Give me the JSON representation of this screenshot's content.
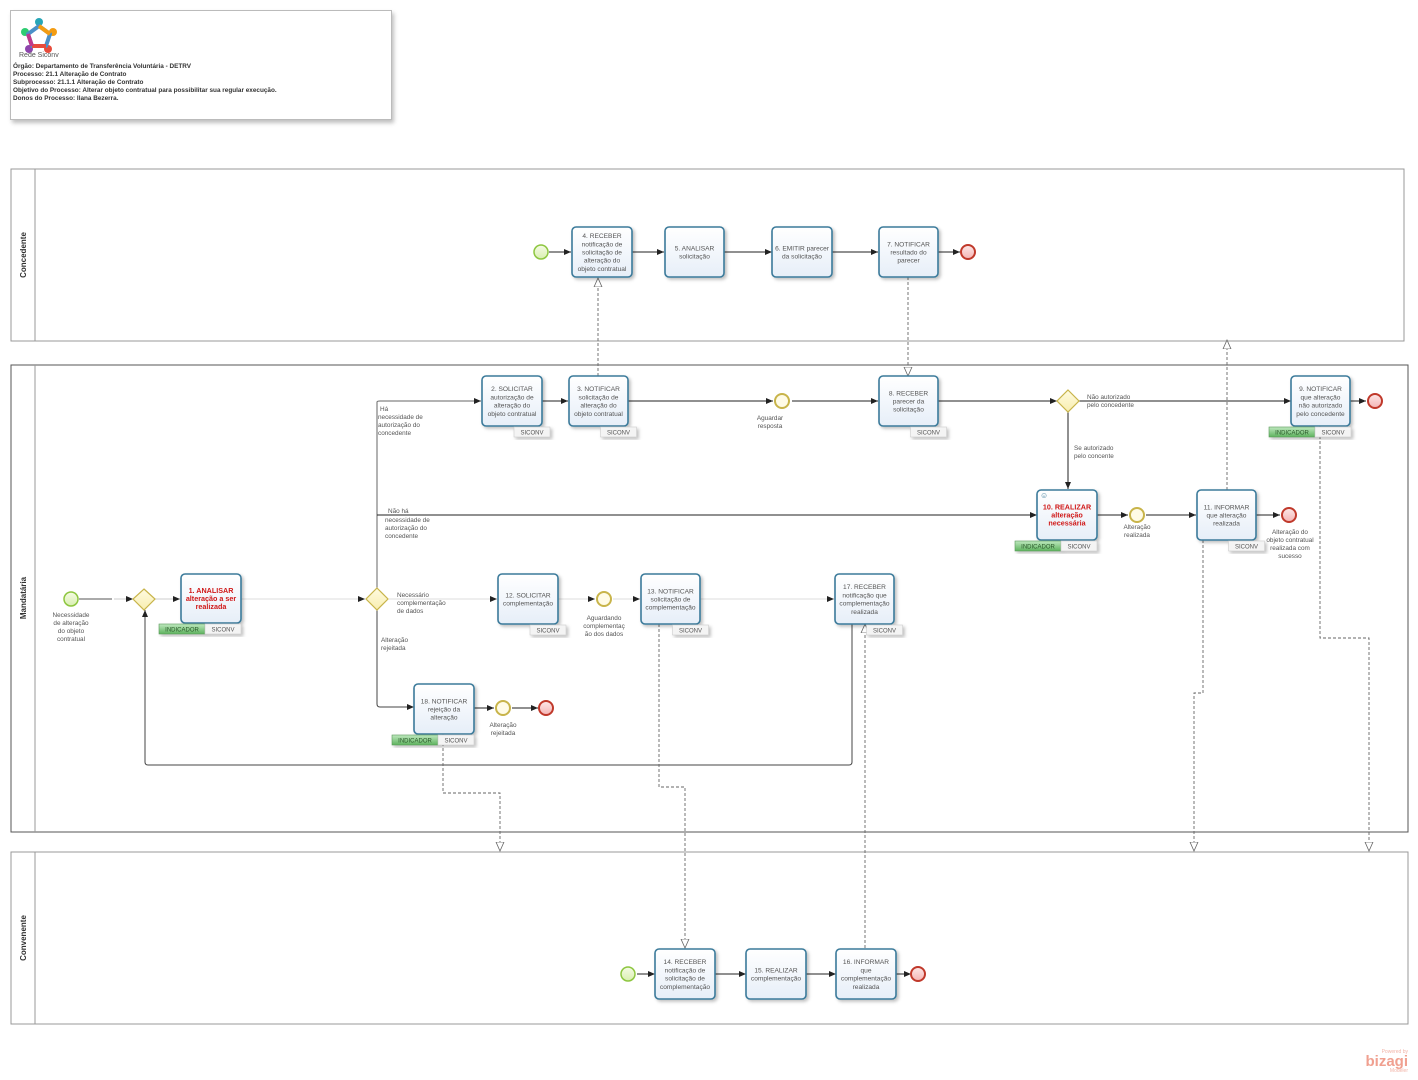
{
  "header": {
    "logo_label": "Rede Siconv",
    "lines": [
      "Órgão: Departamento de Transferência Voluntária - DETRV",
      "Processo: 21.1 Alteração de Contrato",
      "Subprocesso: 21.1.1 Alteração de Contrato",
      "Objetivo do Processo: Alterar objeto contratual para possibilitar sua regular execução.",
      "Donos do Processo: Ilana Bezerra."
    ]
  },
  "colors": {
    "task_border": "#3a7a9a",
    "task_fill": "#eef4fb",
    "start_event": "#8dc63f",
    "end_event": "#c0392b",
    "gateway": "#e8d25a",
    "indicator_badge": "#6dbf6d",
    "red_text": "#d01818"
  },
  "lanes": [
    {
      "id": "concedente",
      "label": "Concedente"
    },
    {
      "id": "mandataria",
      "label": "Mandatária"
    },
    {
      "id": "convenente",
      "label": "Convenente"
    }
  ],
  "tasks": [
    {
      "id": "t1",
      "lines": [
        "1. ANALISAR",
        "alteração a ser",
        "realizada"
      ],
      "highlight": true,
      "badges": [
        "INDICADOR",
        "SICONV"
      ]
    },
    {
      "id": "t2",
      "lines": [
        "2. SOLICITAR",
        "autorização de",
        "alteração do",
        "objeto contratual"
      ],
      "badges": [
        "SICONV"
      ]
    },
    {
      "id": "t3",
      "lines": [
        "3. NOTIFICAR",
        "solicitação de",
        "alteração do",
        "objeto contratual"
      ],
      "badges": [
        "SICONV"
      ]
    },
    {
      "id": "t4",
      "lines": [
        "4. RECEBER",
        "notificação de",
        "solicitação de",
        "alteração do",
        "objeto contratual"
      ],
      "badges": []
    },
    {
      "id": "t5",
      "lines": [
        "5. ANALISAR",
        "solicitação"
      ],
      "badges": []
    },
    {
      "id": "t6",
      "lines": [
        "6. EMITIR parecer",
        "da solicitação"
      ],
      "badges": []
    },
    {
      "id": "t7",
      "lines": [
        "7. NOTIFICAR",
        "resultado do",
        "parecer"
      ],
      "badges": []
    },
    {
      "id": "t8",
      "lines": [
        "8. RECEBER",
        "parecer da",
        "solicitação"
      ],
      "badges": [
        "SICONV"
      ]
    },
    {
      "id": "t9",
      "lines": [
        "9. NOTIFICAR",
        "que alteração",
        "não autorizado",
        "pelo concedente"
      ],
      "badges": [
        "INDICADOR",
        "SICONV"
      ]
    },
    {
      "id": "t10",
      "lines": [
        "10. REALIZAR",
        "alteração",
        "necessária"
      ],
      "highlight": true,
      "badges": [
        "INDICADOR",
        "SICONV"
      ]
    },
    {
      "id": "t11",
      "lines": [
        "11. INFORMAR",
        "que alteração",
        "realizada"
      ],
      "badges": [
        "SICONV"
      ]
    },
    {
      "id": "t12",
      "lines": [
        "12. SOLICITAR",
        "complementação"
      ],
      "badges": [
        "SICONV"
      ]
    },
    {
      "id": "t13",
      "lines": [
        "13. NOTIFICAR",
        "solicitação de",
        "complementação"
      ],
      "badges": [
        "SICONV"
      ]
    },
    {
      "id": "t14",
      "lines": [
        "14. RECEBER",
        "notificação de",
        "solicitação de",
        "complementação"
      ],
      "badges": []
    },
    {
      "id": "t15",
      "lines": [
        "15. REALIZAR",
        "complementação"
      ],
      "badges": []
    },
    {
      "id": "t16",
      "lines": [
        "16. INFORMAR",
        "que",
        "complementação",
        "realizada"
      ],
      "badges": []
    },
    {
      "id": "t17",
      "lines": [
        "17. RECEBER",
        "notificação que",
        "complementação",
        "realizada"
      ],
      "badges": [
        "SICONV"
      ]
    },
    {
      "id": "t18",
      "lines": [
        "18. NOTIFICAR",
        "rejeição da",
        "alteração"
      ],
      "badges": [
        "INDICADOR",
        "SICONV"
      ]
    }
  ],
  "labels": {
    "start_mandataria": [
      "Necessidade",
      "de alteração",
      "do objeto",
      "contratual"
    ],
    "ha_necessidade": [
      "Há",
      "necessidade de",
      "autorização do",
      "concedente"
    ],
    "nao_ha_necessidade": [
      "Não há",
      "necessidade de",
      "autorização do",
      "concedente"
    ],
    "necessario_complementacao": [
      "Necessário",
      "complementação",
      "de dados"
    ],
    "alteracao_rejeitada_flow": [
      "Alteração",
      "rejeitada"
    ],
    "aguardar_resposta": [
      "Aguardar",
      "resposta"
    ],
    "nao_autorizado": [
      "Não autorizado",
      "pelo concedente"
    ],
    "se_autorizado": [
      "Se autorizado",
      "pelo concente"
    ],
    "alteracao_realizada": [
      "Alteração",
      "realizada"
    ],
    "fim_sucesso": [
      "Alteração do",
      "objeto contratual",
      "realizada com",
      "sucesso"
    ],
    "aguardando_complementacao": [
      "Aguardando",
      "complementaç",
      "ão dos dados"
    ],
    "alteracao_rejeitada_end": [
      "Alteração",
      "rejeitada"
    ]
  },
  "watermark": {
    "small": "Powered by",
    "main": "bizagi",
    "sub": "Modeler"
  }
}
